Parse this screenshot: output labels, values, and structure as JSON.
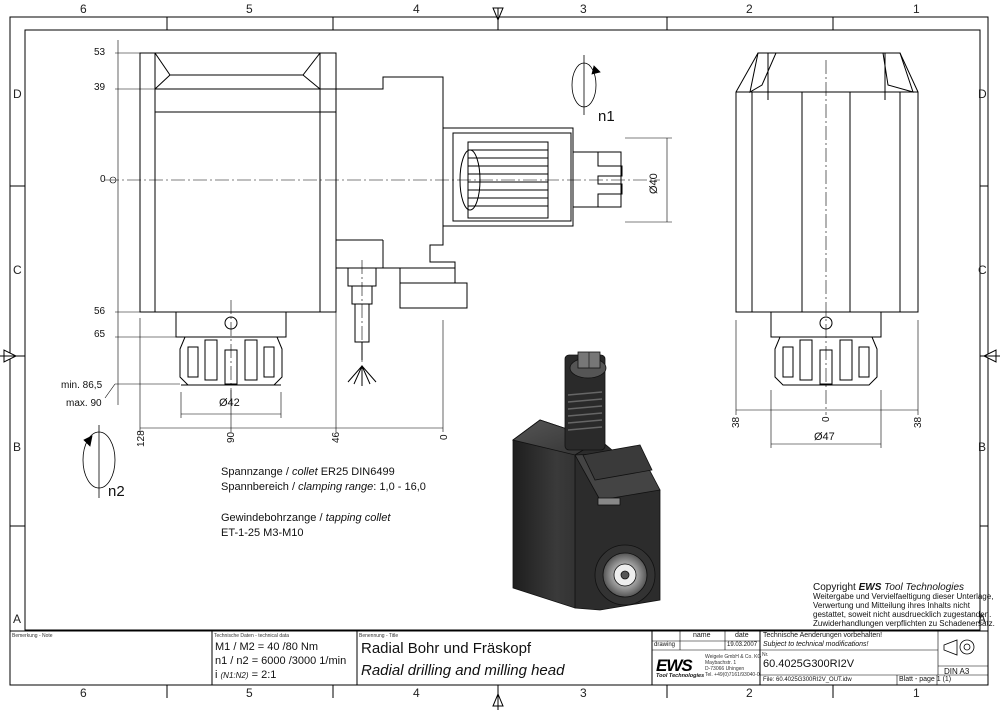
{
  "border": {
    "columns": [
      "6",
      "5",
      "4",
      "3",
      "2",
      "1"
    ],
    "rows": [
      "D",
      "C",
      "B",
      "A"
    ]
  },
  "front_view": {
    "height_dims": [
      "53",
      "39",
      "0",
      "56",
      "65"
    ],
    "depth_dims": [
      "min. 86,5",
      "max. 90"
    ],
    "diameter_collet": "Ø42",
    "length_dims": [
      "128",
      "90",
      "46",
      "0"
    ],
    "rotation_n1": "n1",
    "rotation_n2": "n2",
    "diameter_spindle": "Ø40"
  },
  "side_view": {
    "width_dims": [
      "38",
      "0",
      "38"
    ],
    "diameter": "Ø47"
  },
  "notes": {
    "collet_line1_de": "Spannzange /",
    "collet_line1_en": "collet",
    "collet_line1_rest": "ER25   DIN6499",
    "collet_line2_de": "Spannbereich /",
    "collet_line2_en": "clamping range",
    "collet_line2_rest": ": 1,0 - 16,0",
    "tap_line1_de": "Gewindebohrzange /",
    "tap_line1_en": "tapping collet",
    "tap_line2": "ET-1-25   M3-M10"
  },
  "copyright": {
    "title_prefix": "Copyright",
    "title_brand": "EWS",
    "title_suffix": "Tool Technologies",
    "lines": [
      "Weitergabe und Vervielfaeltigung dieser Unterlage,",
      "Verwertung und Mitteilung ihres Inhalts nicht",
      "gestattet, soweit nicht ausdruecklich zugestanden.",
      "Zuwiderhandlungen verpflichten zu Schadenersatz."
    ]
  },
  "title_block": {
    "remark_label": "Bemerkung - Note",
    "techdata_label": "Technische Daten - technical data",
    "techdata_line1": "M1 / M2 = 40  /80  Nm",
    "techdata_line2": "n1 / n2 = 6000 /3000  1/min",
    "techdata_line3_a": "i",
    "techdata_line3_b": "(N1:N2)",
    "techdata_line3_c": "= 2:1",
    "title_label": "Benennung - Title",
    "title_de": "Radial Bohr und Fräskopf",
    "title_en": "Radial drilling and milling head",
    "name_header": "name",
    "date_header": "date",
    "drawing_label": "drawing",
    "drawing_date": "19.03.2007",
    "logo_text": "EWS",
    "logo_sub": "Tool Technologies",
    "company_lines": [
      "Weigele GmbH & Co. KG",
      "Maybachstr. 1",
      "D-73066 Uhingen",
      "Tel. +49(0)7161/93040-0"
    ],
    "change_de": "Technische Aenderungen vorbehalten!",
    "change_en": "Subject to technical modifications!",
    "nr_label": "Nr.",
    "part_number": "60.4025G300RI2V",
    "file_label": "File: 60.4025G300RI2V_OUT.idw",
    "sheet_label": "Blatt - page  1 (1)",
    "format": "DIN A3"
  }
}
